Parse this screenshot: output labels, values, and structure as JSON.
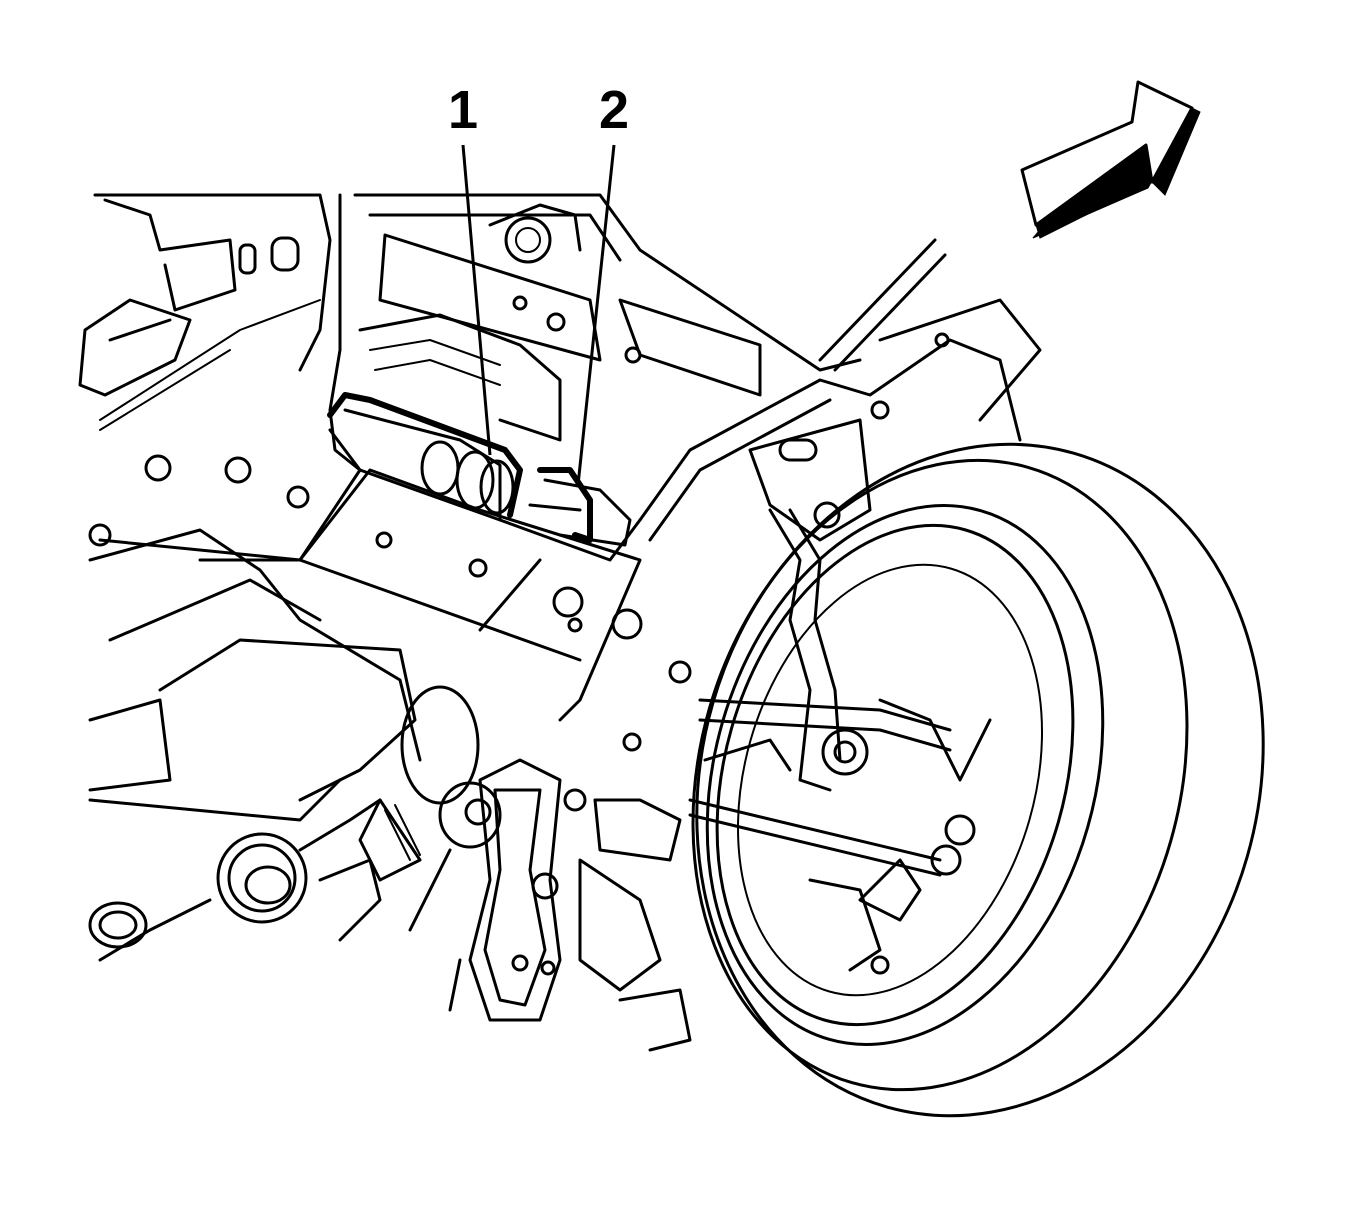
{
  "diagram": {
    "callouts": [
      {
        "id": "1",
        "label": "1"
      },
      {
        "id": "2",
        "label": "2"
      }
    ],
    "direction_indicator": {
      "icon": "forward-arrow-icon"
    },
    "colors": {
      "line": "#000000",
      "background": "#ffffff"
    }
  }
}
